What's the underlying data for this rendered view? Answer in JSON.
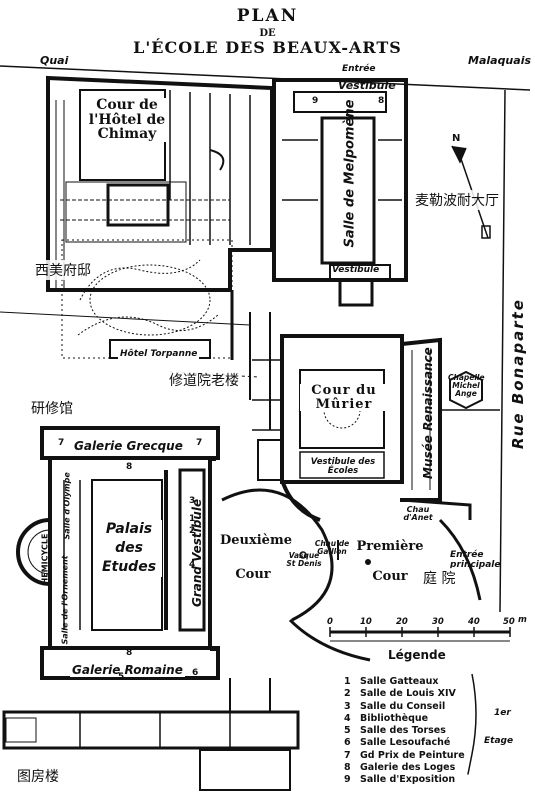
{
  "title": {
    "line1": "PLAN",
    "line2": "DE",
    "line3": "L'ÉCOLE DES BEAUX-ARTS"
  },
  "streets": {
    "quai": "Quai",
    "malaquais": "Malaquais",
    "bonaparte": "Rue Bonaparte",
    "entree": "Entrée",
    "entree_principale": "Entrée principale"
  },
  "labels": {
    "cour_chimay": "Cour de l'Hôtel de Chimay",
    "vestibule_top": "Vestibule",
    "vestibule_mid": "Vestibule",
    "salle_melpomene": "Salle de Melpomène",
    "hotel_torpanne": "Hôtel Torpanne",
    "cour_murier": "Cour du Mûrier",
    "vestibule_ecoles": "Vestibule des Écoles",
    "musee_renaissance": "Musée Renaissance",
    "chapelle": "Chapelle Michel Ange",
    "cheau_anet": "Chau d'Anet",
    "galerie_grecque": "Galerie Grecque",
    "palais_etudes": "Palais des Etudes",
    "grand_vestibule": "Grand Vestibule",
    "salle_olympe": "Salle d'Olympe",
    "salle_ornement": "Salle de l'Ornement",
    "hemicycle": "HEMICYCLE",
    "galerie_romaine": "Galerie Romaine",
    "deuxieme_cour": "Deuxième Cour",
    "premiere_cour": "Première Cour",
    "vasque": "Vasque St Denis",
    "cheau_gaillon": "Chau de Gaillon",
    "arrow_n": "N"
  },
  "annotations_zh": {
    "melpomene": "麦勒波耐大厅",
    "chimay": "西美府邸",
    "augustins": "修道院老楼",
    "study": "研修馆",
    "courtyard": "庭 院",
    "library": "图房楼"
  },
  "numbers": {
    "n7a": "7",
    "n7b": "7",
    "n8a": "8",
    "n8b": "8",
    "n9a": "9",
    "n9b": "8",
    "n5": "5",
    "n6": "6",
    "n1": "1",
    "n2": "2",
    "n3": "3",
    "n4": "4"
  },
  "scale": {
    "ticks": [
      "0",
      "10",
      "20",
      "30",
      "40",
      "50"
    ],
    "unit": "m"
  },
  "legend": {
    "title": "Légende",
    "items": [
      {
        "n": "1",
        "text": "Salle Gatteaux"
      },
      {
        "n": "2",
        "text": "Salle de Louis XIV"
      },
      {
        "n": "3",
        "text": "Salle du Conseil"
      },
      {
        "n": "4",
        "text": "Bibliothèque"
      },
      {
        "n": "5",
        "text": "Salle des Torses"
      },
      {
        "n": "6",
        "text": "Salle Lesoufaché"
      },
      {
        "n": "7",
        "text": "Gd Prix de Peinture"
      },
      {
        "n": "8",
        "text": "Galerie des Loges"
      },
      {
        "n": "9",
        "text": "Salle d'Exposition"
      }
    ],
    "etage_num": "1er",
    "etage": "Etage"
  }
}
